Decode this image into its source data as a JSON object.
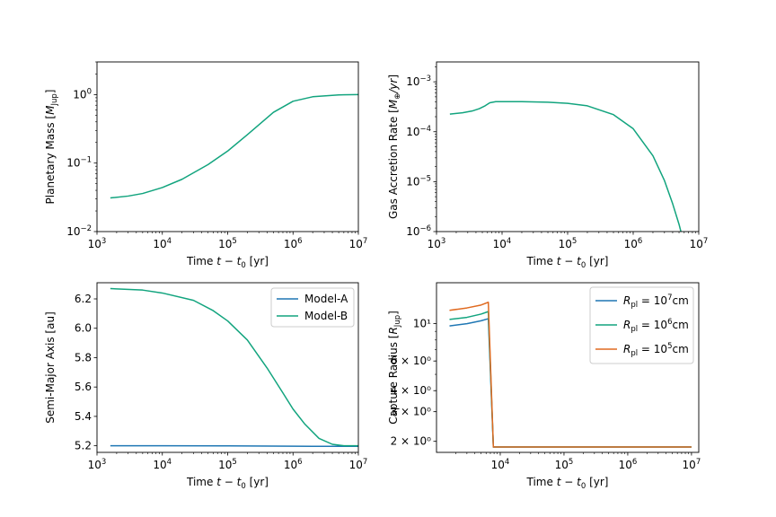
{
  "colors": {
    "blue": "#1f77b4",
    "green": "#12a47e",
    "orange": "#e06a20"
  },
  "chart_data": [
    {
      "type": "line",
      "panel": "top-left",
      "xlabel": "Time t − t₀ [yr]",
      "ylabel": "Planetary Mass [M_Jup]",
      "xscale": "log",
      "yscale": "log",
      "xlim": [
        1000,
        10000000
      ],
      "ylim": [
        0.01,
        3.0
      ],
      "xticks": [
        {
          "v": 1000,
          "base": "10",
          "exp": "3"
        },
        {
          "v": 10000,
          "base": "10",
          "exp": "4"
        },
        {
          "v": 100000,
          "base": "10",
          "exp": "5"
        },
        {
          "v": 1000000,
          "base": "10",
          "exp": "6"
        },
        {
          "v": 10000000,
          "base": "10",
          "exp": "7"
        }
      ],
      "yticks": [
        {
          "v": 0.01,
          "base": "10",
          "exp": "−2"
        },
        {
          "v": 0.1,
          "base": "10",
          "exp": "−1"
        },
        {
          "v": 1,
          "base": "10",
          "exp": "0"
        }
      ],
      "series": [
        {
          "color": "#12a47e",
          "x": [
            1600,
            3000,
            5000,
            10000,
            20000,
            50000,
            100000,
            200000,
            500000,
            1000000,
            2000000,
            5000000,
            10000000
          ],
          "y": [
            0.031,
            0.033,
            0.036,
            0.044,
            0.058,
            0.095,
            0.15,
            0.26,
            0.55,
            0.8,
            0.93,
            0.99,
            1.0
          ]
        }
      ]
    },
    {
      "type": "line",
      "panel": "top-right",
      "xlabel": "Time t − t₀ [yr]",
      "ylabel": "Gas Accretion Rate [M⊕/yr]",
      "xscale": "log",
      "yscale": "log",
      "xlim": [
        1000,
        10000000
      ],
      "ylim": [
        1e-06,
        0.0025
      ],
      "xticks": [
        {
          "v": 1000,
          "base": "10",
          "exp": "3"
        },
        {
          "v": 10000,
          "base": "10",
          "exp": "4"
        },
        {
          "v": 100000,
          "base": "10",
          "exp": "5"
        },
        {
          "v": 1000000,
          "base": "10",
          "exp": "6"
        },
        {
          "v": 10000000,
          "base": "10",
          "exp": "7"
        }
      ],
      "yticks": [
        {
          "v": 1e-06,
          "base": "10",
          "exp": "−6"
        },
        {
          "v": 1e-05,
          "base": "10",
          "exp": "−5"
        },
        {
          "v": 0.0001,
          "base": "10",
          "exp": "−4"
        },
        {
          "v": 0.001,
          "base": "10",
          "exp": "−3"
        }
      ],
      "series": [
        {
          "color": "#12a47e",
          "x": [
            1600,
            2500,
            3500,
            4500,
            5500,
            6500,
            8000,
            10000,
            20000,
            50000,
            100000,
            200000,
            500000,
            1000000,
            2000000,
            3000000,
            4000000,
            5000000,
            5400000
          ],
          "y": [
            0.000225,
            0.00024,
            0.00026,
            0.00029,
            0.00033,
            0.00038,
            0.0004,
            0.0004,
            0.0004,
            0.00039,
            0.00037,
            0.00033,
            0.00022,
            0.000115,
            3.3e-05,
            1.05e-05,
            3.6e-06,
            1.4e-06,
            9.5e-07
          ]
        }
      ]
    },
    {
      "type": "line",
      "panel": "bottom-left",
      "xlabel": "Time t − t₀ [yr]",
      "ylabel": "Semi-Major Axis [au]",
      "xscale": "log",
      "yscale": "linear",
      "xlim": [
        1000,
        10000000
      ],
      "ylim": [
        5.155,
        6.31
      ],
      "xticks": [
        {
          "v": 1000,
          "base": "10",
          "exp": "3"
        },
        {
          "v": 10000,
          "base": "10",
          "exp": "4"
        },
        {
          "v": 100000,
          "base": "10",
          "exp": "5"
        },
        {
          "v": 1000000,
          "base": "10",
          "exp": "6"
        },
        {
          "v": 10000000,
          "base": "10",
          "exp": "7"
        }
      ],
      "yticks": [
        {
          "v": 5.2,
          "label": "5.2"
        },
        {
          "v": 5.4,
          "label": "5.4"
        },
        {
          "v": 5.6,
          "label": "5.6"
        },
        {
          "v": 5.8,
          "label": "5.8"
        },
        {
          "v": 6.0,
          "label": "6.0"
        },
        {
          "v": 6.2,
          "label": "6.2"
        }
      ],
      "legend_position": "upper-right",
      "series": [
        {
          "name": "Model-A",
          "color": "#1f77b4",
          "x": [
            1600,
            10000,
            100000,
            1000000,
            2000000,
            10000000
          ],
          "y": [
            5.2,
            5.2,
            5.199,
            5.197,
            5.196,
            5.196
          ]
        },
        {
          "name": "Model-B",
          "color": "#12a47e",
          "x": [
            1600,
            5000,
            10000,
            30000,
            60000,
            100000,
            200000,
            400000,
            700000,
            1000000,
            1500000,
            2500000,
            4000000,
            6000000,
            10000000
          ],
          "y": [
            6.27,
            6.26,
            6.24,
            6.19,
            6.12,
            6.05,
            5.92,
            5.73,
            5.56,
            5.45,
            5.35,
            5.25,
            5.21,
            5.2,
            5.2
          ]
        }
      ]
    },
    {
      "type": "line",
      "panel": "bottom-right",
      "xlabel": "Time t − t₀ [yr]",
      "ylabel": "Capture Radius [R_Jup]",
      "xscale": "log",
      "yscale": "log",
      "xlim": [
        1000,
        13000000
      ],
      "ylim": [
        1.72,
        17.5
      ],
      "xticks": [
        {
          "v": 10000,
          "base": "10",
          "exp": "4"
        },
        {
          "v": 100000,
          "base": "10",
          "exp": "5"
        },
        {
          "v": 1000000,
          "base": "10",
          "exp": "6"
        },
        {
          "v": 10000000,
          "base": "10",
          "exp": "7"
        }
      ],
      "yticks": [
        {
          "v": 2,
          "label": "2 × 10⁰"
        },
        {
          "v": 3,
          "label": "3 × 10⁰"
        },
        {
          "v": 4,
          "label": "4 × 10⁰"
        },
        {
          "v": 6,
          "label": "6 × 10⁰"
        },
        {
          "v": 10,
          "label": "10¹"
        }
      ],
      "legend_position": "upper-right",
      "series": [
        {
          "name": "R_pl = 10⁷ cm",
          "color": "#1f77b4",
          "x": [
            1600,
            3000,
            5000,
            6500,
            7800,
            8000,
            100000,
            10000000
          ],
          "y": [
            9.7,
            10.0,
            10.4,
            10.7,
            1.85,
            1.85,
            1.85,
            1.85
          ]
        },
        {
          "name": "R_pl = 10⁶ cm",
          "color": "#12a47e",
          "x": [
            1600,
            3000,
            5000,
            6500,
            7800,
            8000,
            100000,
            10000000
          ],
          "y": [
            10.6,
            10.9,
            11.4,
            11.8,
            1.85,
            1.85,
            1.85,
            1.85
          ]
        },
        {
          "name": "R_pl = 10⁵ cm",
          "color": "#e06a20",
          "x": [
            1600,
            3000,
            5000,
            6500,
            7800,
            8000,
            100000,
            10000000
          ],
          "y": [
            12.0,
            12.4,
            12.9,
            13.4,
            1.85,
            1.85,
            1.85,
            1.85
          ]
        }
      ]
    }
  ]
}
